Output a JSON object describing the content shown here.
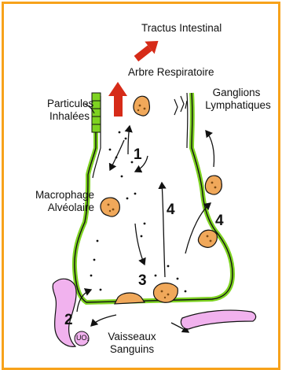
{
  "labels": {
    "tractus": "Tractus Intestinal",
    "arbre": "Arbre Respiratoire",
    "particules_1": "Particules",
    "particules_2": "Inhalées",
    "ganglions_1": "Ganglions",
    "ganglions_2": "Lymphatiques",
    "macrophage_1": "Macrophage",
    "macrophage_2": "Alvéolaire",
    "vaisseaux_1": "Vaisseaux",
    "vaisseaux_2": "Sanguins",
    "uo2": "UO₂"
  },
  "pathways": [
    "1",
    "2",
    "3",
    "4",
    "4"
  ],
  "colors": {
    "frame": "#f7a21b",
    "membrane": "#7ed321",
    "macrophage": "#f0a85a",
    "vessel": "#f1b2ee",
    "arrow_red": "#d62b18"
  }
}
